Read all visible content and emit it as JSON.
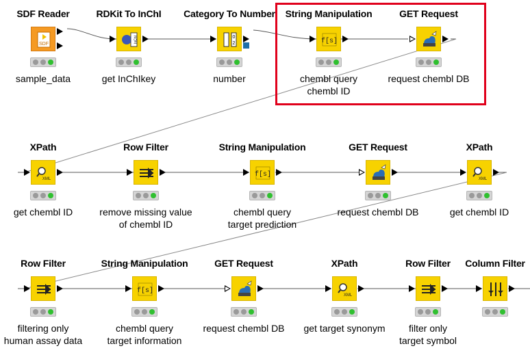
{
  "workflow": {
    "highlight_color": "#e0001b",
    "node_color": "#f7d200",
    "reader_color": "#f59a23",
    "row1": [
      {
        "title": "SDF Reader",
        "label": "sample_data",
        "icon": "sdf-reader-icon",
        "icon_text": "SDF"
      },
      {
        "title": "RDKit To InChI",
        "label": "get InChIkey",
        "icon": "rdkit-inchi-icon",
        "icon_text": "InChI"
      },
      {
        "title": "Category To Number",
        "label": "number",
        "icon": "category-to-number-icon",
        "icon_text": ""
      },
      {
        "title": "String Manipulation",
        "label": "chembl query\nchembl ID",
        "icon": "string-manipulation-icon",
        "icon_text": "f[s]"
      },
      {
        "title": "GET Request",
        "label": "request chembl DB",
        "icon": "get-request-icon",
        "icon_text": ""
      }
    ],
    "row2": [
      {
        "title": "XPath",
        "label": "get chembl ID",
        "icon": "xpath-icon",
        "icon_text": "XML"
      },
      {
        "title": "Row Filter",
        "label": "remove missing value\nof  chembl ID",
        "icon": "row-filter-icon",
        "icon_text": ""
      },
      {
        "title": "String Manipulation",
        "label": "chembl query\ntarget prediction",
        "icon": "string-manipulation-icon",
        "icon_text": "f[s]"
      },
      {
        "title": "GET Request",
        "label": "request chembl DB",
        "icon": "get-request-icon",
        "icon_text": ""
      },
      {
        "title": "XPath",
        "label": "get chembl ID",
        "icon": "xpath-icon",
        "icon_text": "XML"
      }
    ],
    "row3": [
      {
        "title": "Row Filter",
        "label": "filtering only\nhuman assay data",
        "icon": "row-filter-icon",
        "icon_text": ""
      },
      {
        "title": "String Manipulation",
        "label": "chembl query\ntarget information",
        "icon": "string-manipulation-icon",
        "icon_text": "f[s]"
      },
      {
        "title": "GET Request",
        "label": "request chembl DB",
        "icon": "get-request-icon",
        "icon_text": ""
      },
      {
        "title": "XPath",
        "label": "get target synonym",
        "icon": "xpath-icon",
        "icon_text": "XML"
      },
      {
        "title": "Row Filter",
        "label": "filter only\ntarget symbol",
        "icon": "row-filter-icon",
        "icon_text": ""
      },
      {
        "title": "Column Filter",
        "label": "",
        "icon": "column-filter-icon",
        "icon_text": ""
      }
    ]
  }
}
